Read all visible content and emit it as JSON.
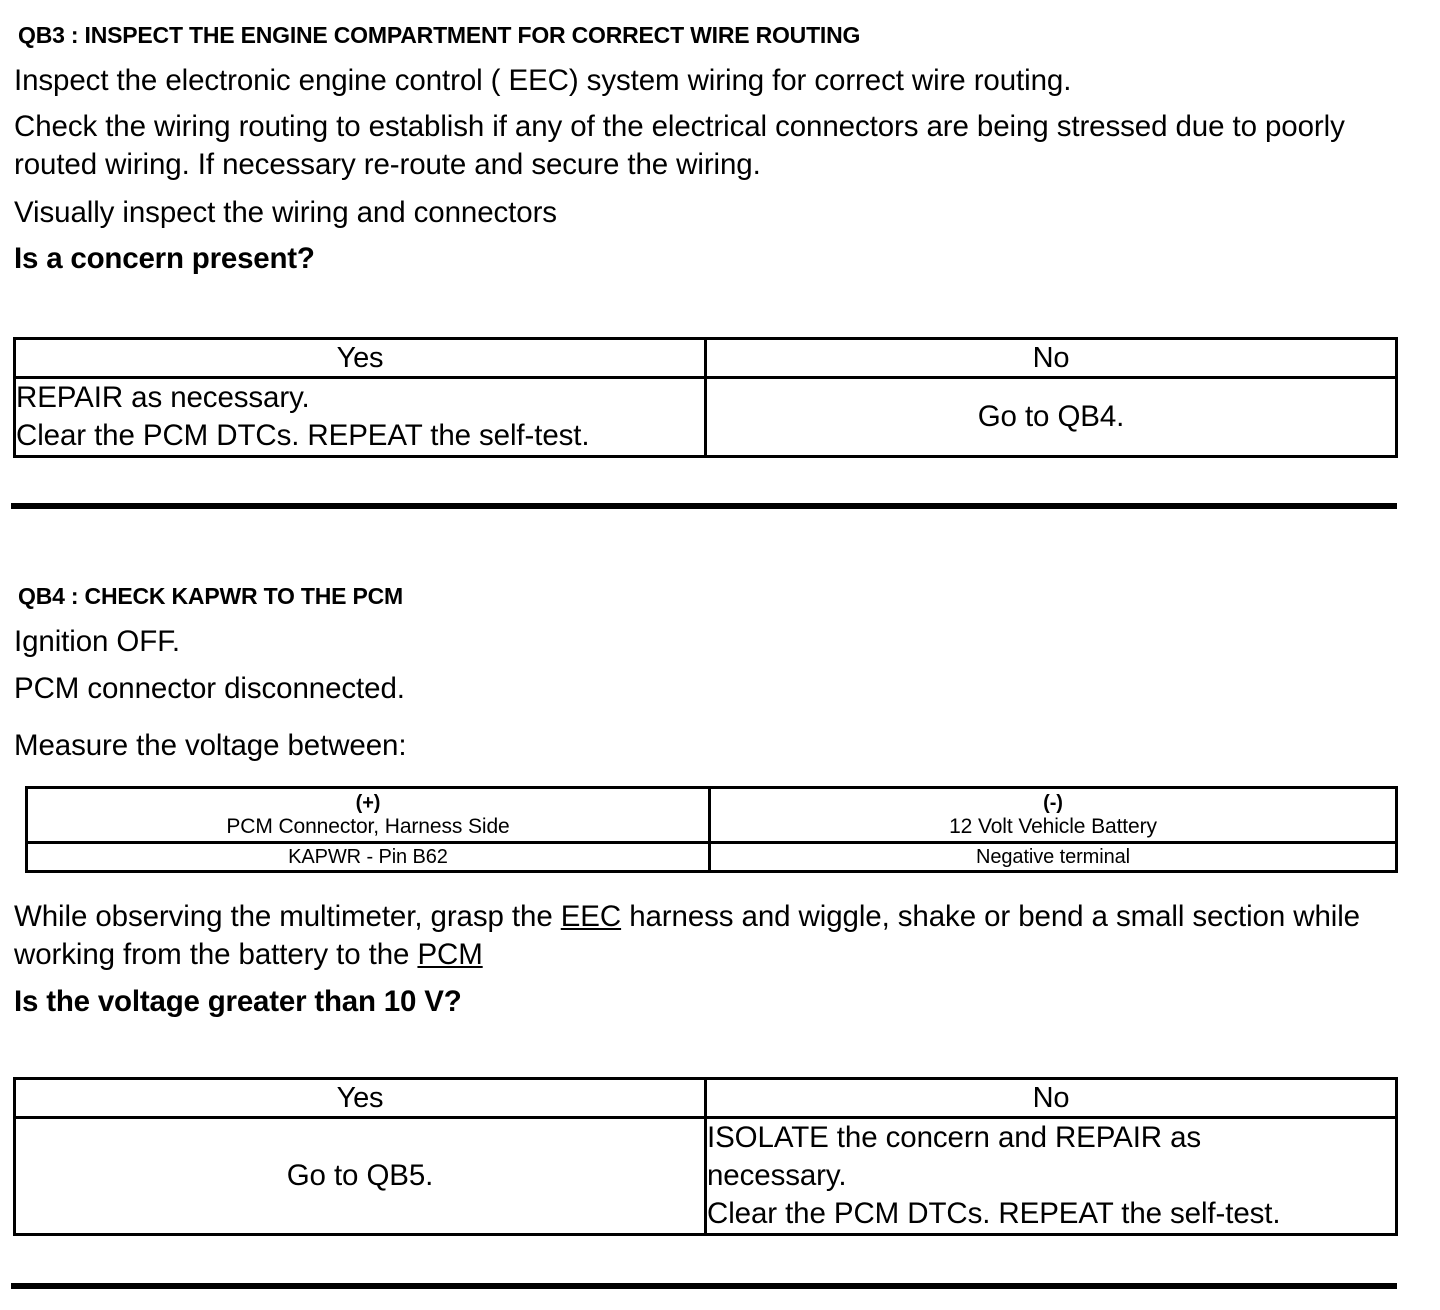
{
  "document": {
    "type": "pinpoint-test-procedure"
  },
  "steps": [
    {
      "id": "QB3",
      "title": "QB3 : INSPECT THE ENGINE COMPARTMENT FOR CORRECT WIRE ROUTING",
      "lines": [
        "Inspect the electronic engine control ( EEC) system wiring for correct wire routing.",
        "Check the wiring routing to establish if any of the electrical connectors are being stressed due to poorly routed wiring. If necessary re-route and secure the wiring.",
        "Visually inspect the wiring and connectors"
      ],
      "question": "Is a concern present?",
      "decision": {
        "headers": [
          "Yes",
          "No"
        ],
        "yes_lines": [
          "REPAIR as necessary.",
          "Clear the PCM DTCs. REPEAT the self-test."
        ],
        "no_lines": [
          "Go to QB4."
        ]
      }
    },
    {
      "id": "QB4",
      "title": "QB4 : CHECK KAPWR TO THE PCM",
      "lines": [
        "Ignition OFF.",
        "PCM connector disconnected.",
        "Measure the voltage between:"
      ],
      "measurement": {
        "positive_polarity": "(+)",
        "positive_source": "PCM Connector, Harness Side",
        "positive_point": "KAPWR - Pin B62",
        "negative_polarity": "(-)",
        "negative_source": "12 Volt Vehicle Battery",
        "negative_point": "Negative terminal"
      },
      "instruction_prefix": "While observing the multimeter, grasp the ",
      "instruction_link1": "EEC",
      "instruction_middle": " harness and wiggle, shake or bend a small section while working from the battery to the ",
      "instruction_link2": "PCM",
      "question": "Is the voltage greater than 10 V?",
      "decision": {
        "headers": [
          "Yes",
          "No"
        ],
        "yes_lines": [
          "Go to QB5."
        ],
        "no_lines": [
          "ISOLATE the concern and REPAIR as",
          "necessary.",
          "Clear the PCM DTCs. REPEAT the self-test."
        ]
      }
    }
  ],
  "colors": {
    "text": "#000000",
    "rule": "#000000",
    "background": "#ffffff"
  }
}
